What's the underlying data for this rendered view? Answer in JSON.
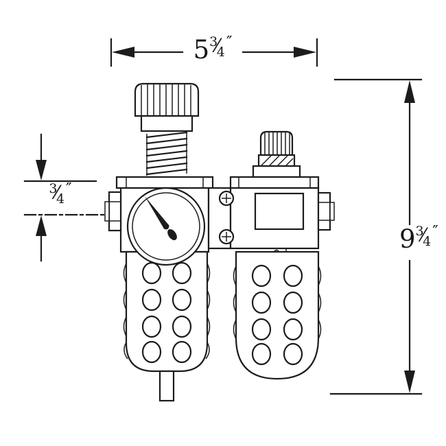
{
  "dimensions": {
    "width": {
      "whole": "5",
      "numerator": "3",
      "denominator": "4",
      "slash": "⁄",
      "unit": "″"
    },
    "height": {
      "whole": "9",
      "numerator": "3",
      "denominator": "4",
      "slash": "⁄",
      "unit": "″"
    },
    "port_offset": {
      "numerator": "3",
      "denominator": "4",
      "slash": "⁄",
      "unit": "″"
    }
  },
  "colors": {
    "line": "#1c1c1c",
    "background": "#ffffff"
  }
}
